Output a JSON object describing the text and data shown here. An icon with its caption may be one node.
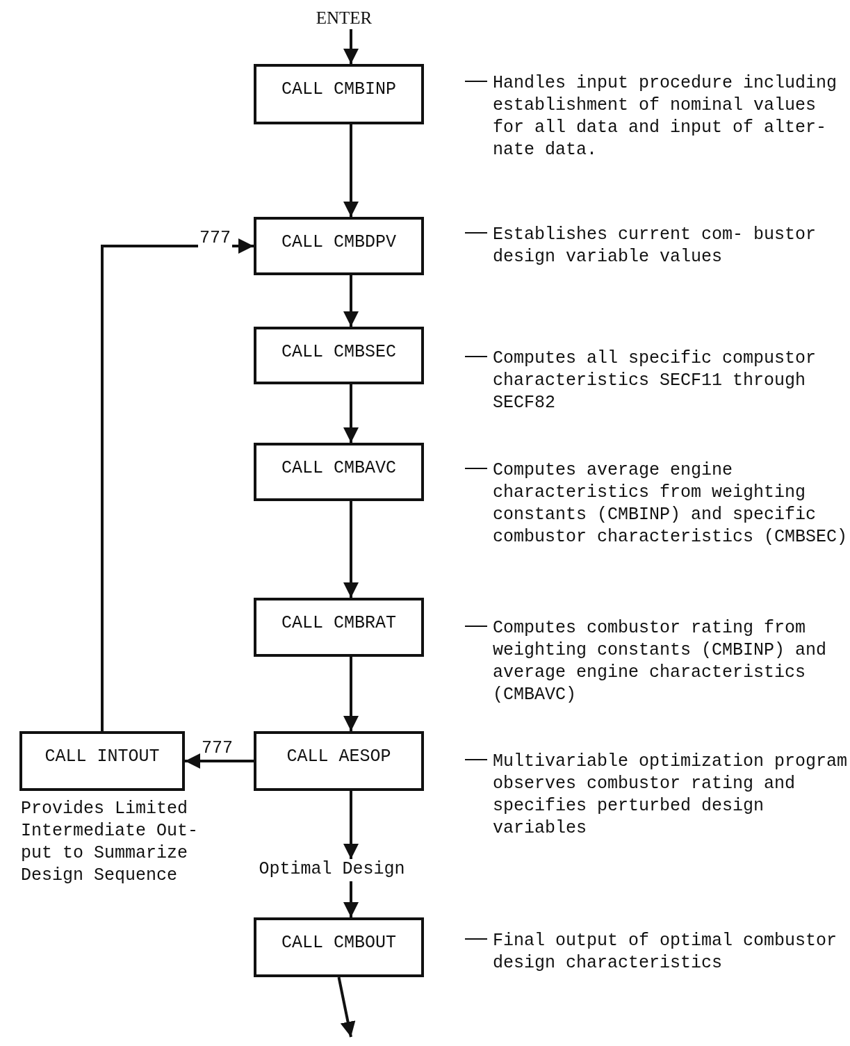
{
  "diagram": {
    "nodes": [
      {
        "text": [
          "ENTER"
        ]
      },
      {
        "text": [
          "CALL CMBINP"
        ],
        "beside": [
          "Handles input procedure including establishment of nominal values for all data and input of alter- nate data."
        ]
      },
      {
        "text": [
          "CALL CMBDPV"
        ],
        "beside": [
          "Establishes current com- bustor design variable values"
        ]
      },
      {
        "text": [
          "CALL CMBSEC"
        ],
        "beside": [
          "Computes all specific compustor characteristics SECF11 through SECF82"
        ]
      },
      {
        "text": [
          "CALL CMBAVC"
        ],
        "beside": [
          "Computes average engine characteristics from weighting constants (CMBINP) and specific combustor characteristics (CMBSEC)"
        ]
      },
      {
        "text": [
          "CALL CMBRAT"
        ],
        "beside": [
          "Computes combustor rating from weighting constants (CMBINP) and average engine characteristics (CMBAVC)"
        ]
      },
      {
        "text": [
          "CALL AESOP"
        ],
        "beside": [
          "Multivariable optimization program observes combustor rating and specifies perturbed design variables"
        ]
      },
      {
        "text": [
          "CALL INTOUT"
        ],
        "beside": [
          "Provides Limited Intermediate Out- put to Summarize Design Sequence"
        ]
      },
      {
        "text": [
          "Optimal Design"
        ]
      },
      {
        "text": [
          "CALL CMBOUT"
        ],
        "beside": [
          "Final output of optimal combustor design characteristics"
        ]
      }
    ],
    "edges": [
      {
        "from": 0,
        "to": 1,
        "arrow": "to"
      },
      {
        "from": 1,
        "to": 2,
        "arrow": "to"
      },
      {
        "from": 2,
        "to": 3,
        "arrow": "to"
      },
      {
        "from": 3,
        "to": 4,
        "arrow": "to"
      },
      {
        "from": 4,
        "to": 5,
        "arrow": "to"
      },
      {
        "from": 5,
        "to": 6,
        "arrow": "to"
      },
      {
        "from": 6,
        "to": 7,
        "arrow": "to",
        "label": "777"
      },
      {
        "from": 7,
        "to": 2,
        "arrow": "to",
        "label": "777"
      },
      {
        "from": 6,
        "to": 8,
        "arrow": "to"
      },
      {
        "from": 8,
        "to": 9,
        "arrow": "to"
      },
      {
        "from": 9,
        "to": null,
        "arrow": "to"
      }
    ]
  }
}
